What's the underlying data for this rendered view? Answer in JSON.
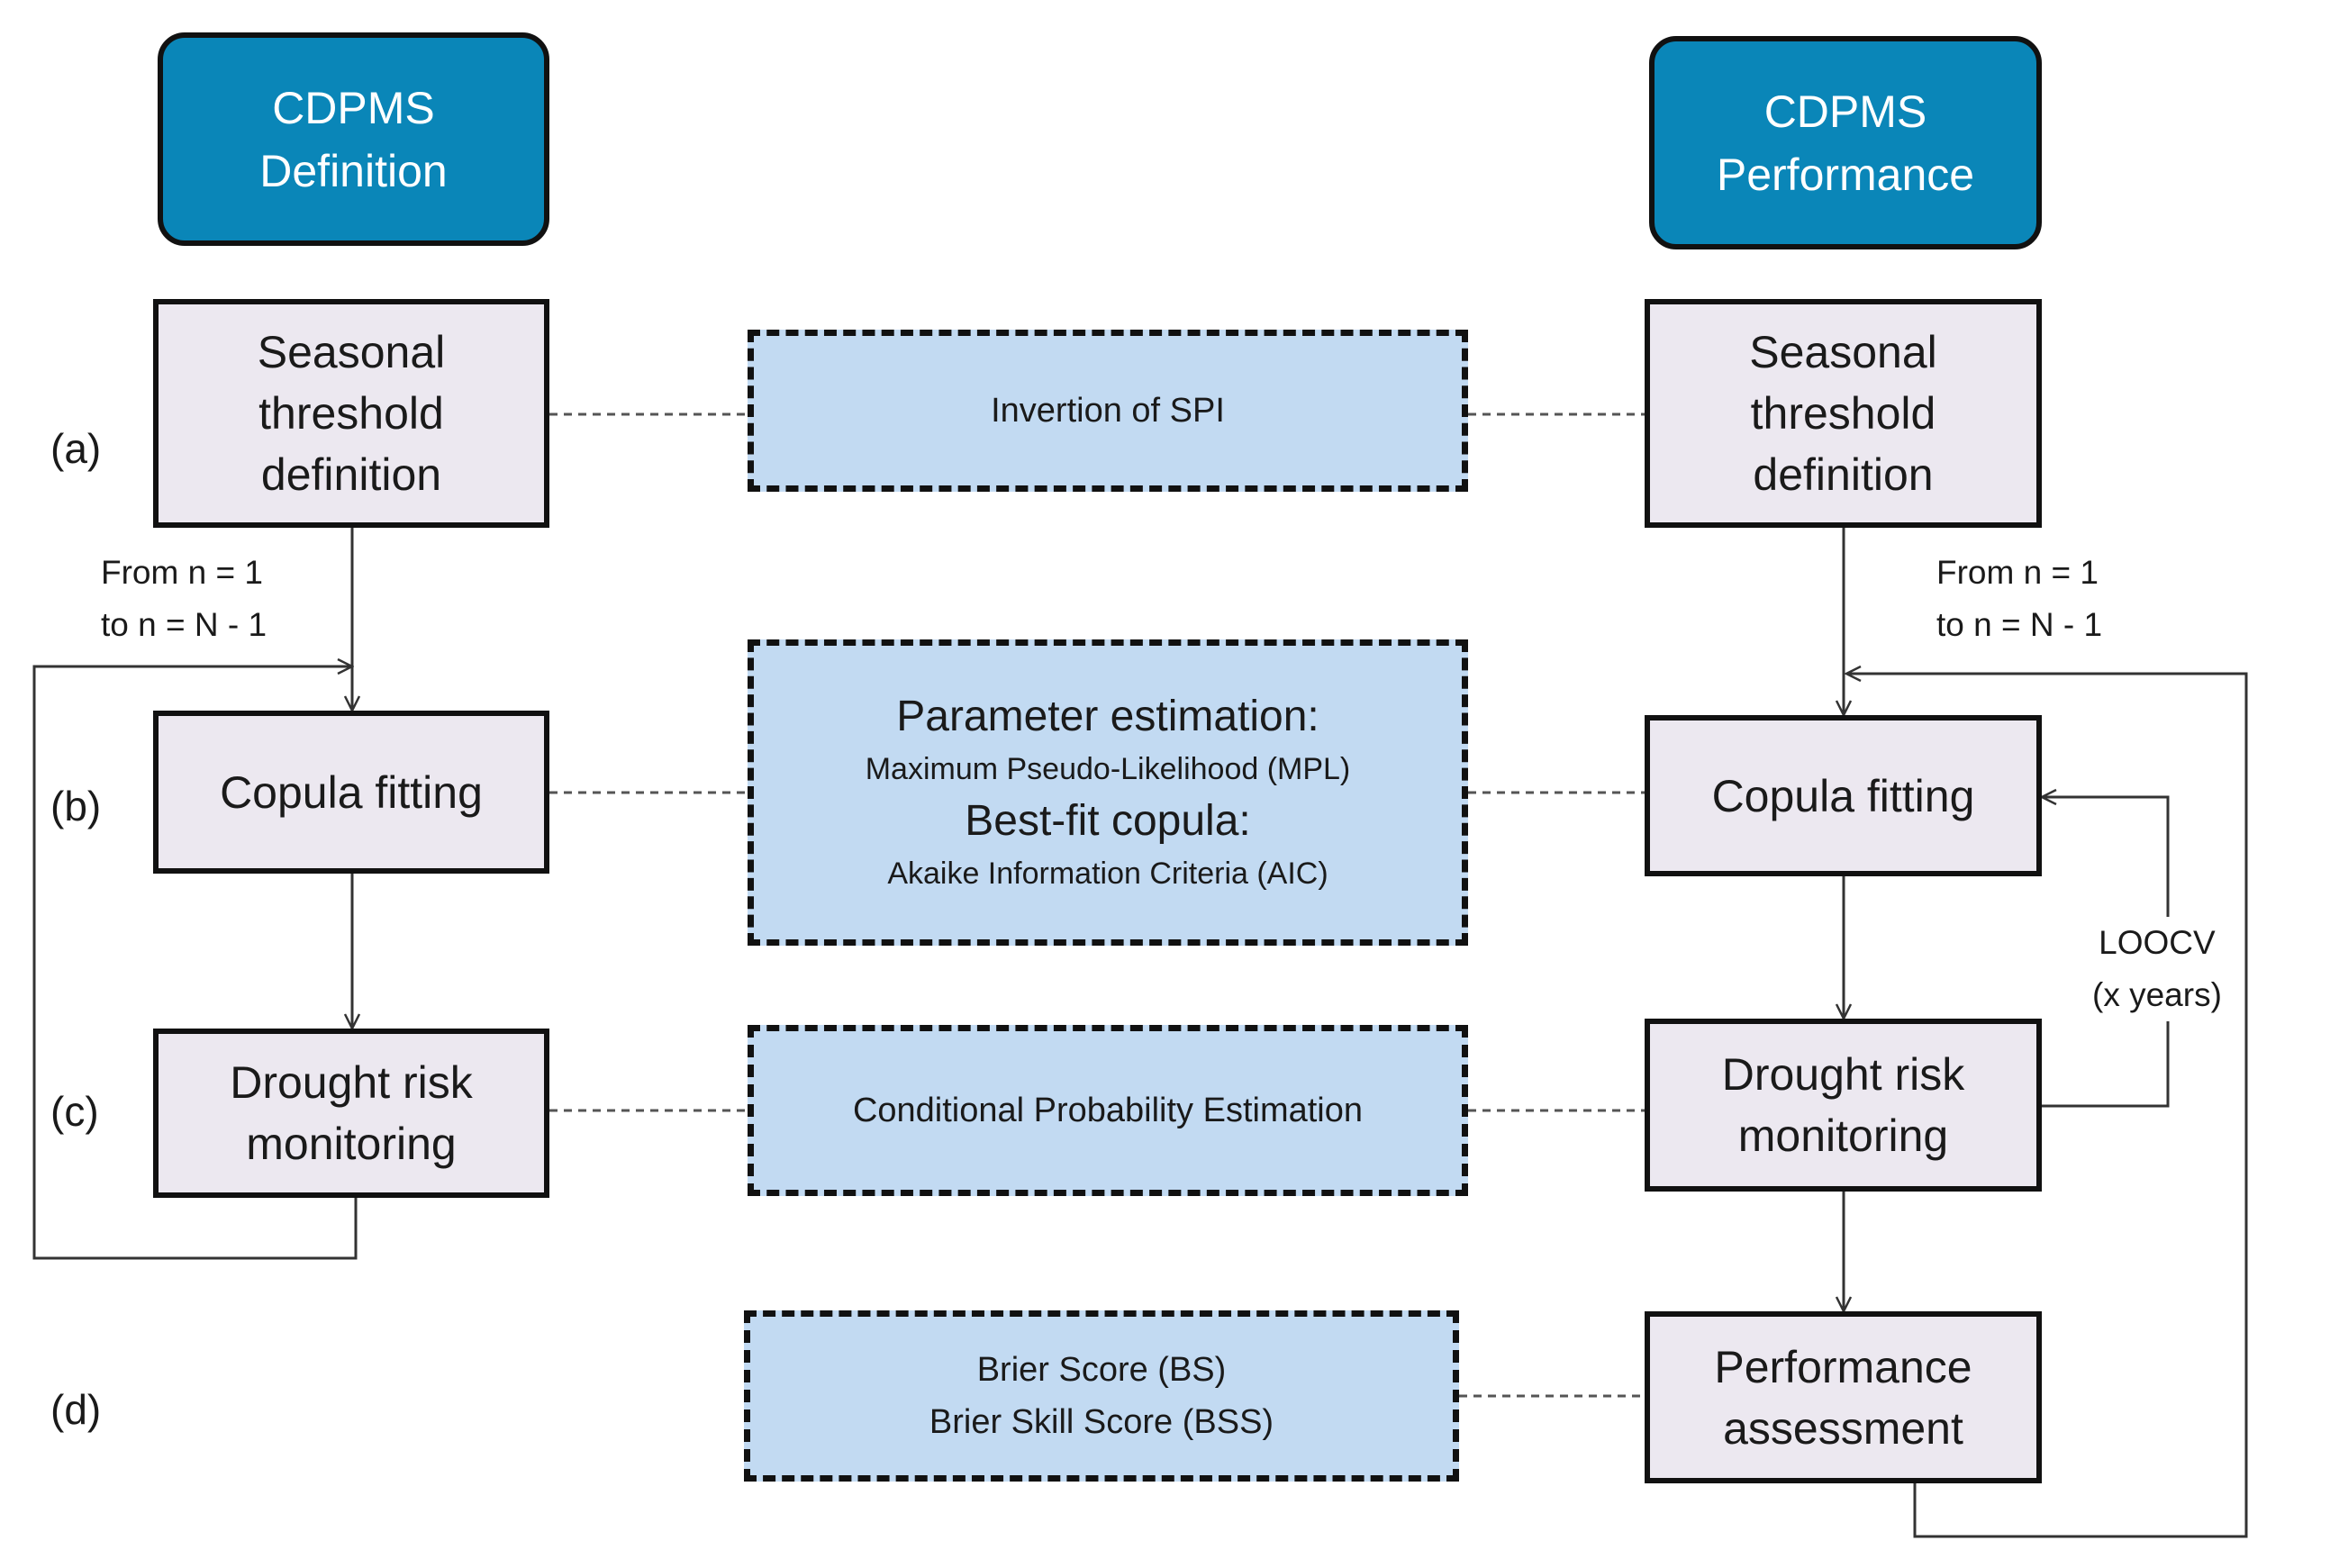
{
  "headers": {
    "definition": [
      "CDPMS",
      "Definition"
    ],
    "performance": [
      "CDPMS",
      "Performance"
    ]
  },
  "row_labels": [
    "(a)",
    "(b)",
    "(c)",
    "(d)"
  ],
  "left_steps": {
    "threshold": [
      "Seasonal",
      "threshold",
      "definition"
    ],
    "copula": "Copula fitting",
    "drought": [
      "Drought risk",
      "monitoring"
    ]
  },
  "right_steps": {
    "threshold": [
      "Seasonal",
      "threshold",
      "definition"
    ],
    "copula": "Copula fitting",
    "drought": [
      "Drought risk",
      "monitoring"
    ],
    "performance": [
      "Performance",
      "assessment"
    ]
  },
  "methods": {
    "spi": "Invertion of SPI",
    "parameter_title": "Parameter estimation:",
    "parameter_method": "Maximum Pseudo-Likelihood (MPL)",
    "bestfit_title": "Best-fit copula:",
    "bestfit_method": "Akaike Information Criteria (AIC)",
    "conditional": "Conditional Probability Estimation",
    "scores": [
      "Brier Score (BS)",
      "Brier Skill Score (BSS)"
    ]
  },
  "loop_notes": {
    "left": [
      "From  n = 1",
      "to n = N - 1"
    ],
    "right": [
      "From  n = 1",
      "to n = N - 1"
    ],
    "loocv": [
      "LOOCV",
      "(x years)"
    ]
  },
  "colors": {
    "header_fill": "#0a86b8",
    "step_fill": "#ece8f0",
    "method_fill": "#c2daf2",
    "border": "#111111"
  }
}
